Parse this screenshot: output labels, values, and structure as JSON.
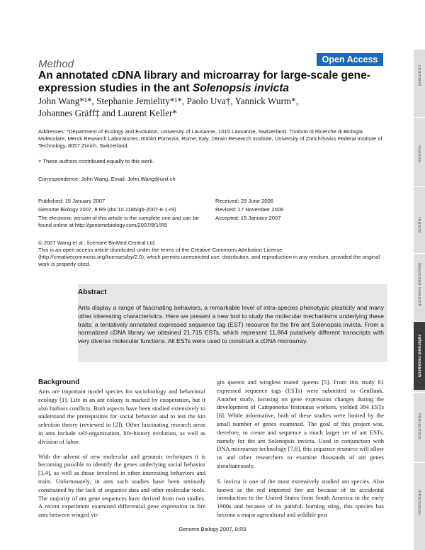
{
  "header": {
    "section": "Method",
    "open_access": "Open Access",
    "title_main": "An annotated cDNA library and microarray for large-scale gene-expression studies in the ant ",
    "title_species": "Solenopsis invicta",
    "authors_line1": "John Wang*¹*, Stephanie Jemielity*¹*, Paolo Uva†, Yannick Wurm*,",
    "authors_line2": "Johannes Gräff‡ and Laurent Keller*"
  },
  "meta": {
    "addresses": "Addresses: *Department of Ecology and Evolution, University of Lausanne, 1015 Lausanne, Switzerland. †Istituto di Ricerche di Biologia Molecolare, Merck Research Laboratories, 00040 Pomezia, Rome, Italy. ‡Brain Research Institute, University of Zürich/Swiss Federal Institute of Technology, 8057 Zürich, Switzerland.",
    "equal_note": "× These authors contributed equally to this work.",
    "correspondence": "Correspondence: John Wang. Email: John.Wang@unil.ch",
    "published": "Published: 15 January 2007",
    "citation": "Genome Biology 2007, 8:R9 (doi:10.1186/gb-2007-8-1-r9)",
    "electronic": "The electronic version of this article is the complete one and can be found online at http://genomebiology.com/2007/8/1/R9",
    "received": "Received: 29 June 2006",
    "revised": "Revised: 17 November 2006",
    "accepted": "Accepted: 15 January 2007",
    "copyright": "© 2007 Wang et al.; licensee BioMed Central Ltd.",
    "license": "This is an open access article distributed under the terms of the Creative Commons Attribution License (http://creativecommons.org/licenses/by/2.0), which permits unrestricted use, distribution, and reproduction in any medium, provided the original work is properly cited."
  },
  "abstract": {
    "title": "Abstract",
    "text": "Ants display a range of fascinating behaviors, a remarkable level of intra-species phenotypic plasticity and many other interesting characteristics. Here we present a new tool to study the molecular mechanisms underlying these traits: a tentatively annotated expressed sequence tag (EST) resource for the fire ant Solenopsis invicta. From a normalized cDNA library we obtained 21,715 ESTs, which represent 11,864 putatively different transcripts with very diverse molecular functions. All ESTs were used to construct a cDNA microarray."
  },
  "body": {
    "background_heading": "Background",
    "col1_p1": "Ants are important model species for sociobiology and behavioral ecology [1]. Life in an ant colony is marked by cooperation, but it also harbors conflicts. Both aspects have been studied extensively to understand the prerequisites for social behavior and to test the kin selection theory (reviewed in [2]). Other fascinating research areas in ants include self-organization, life-history evolution, as well as division of labor.",
    "col1_p2": "With the advent of new molecular and genomic techniques it is becoming possible to identify the genes underlying social behavior [3,4], as well as those involved in other interesting behaviors and traits. Unfortunately, in ants such studies have been seriously constrained by the lack of sequence data and other molecular tools. The majority of ant gene sequences have derived from two studies. A recent experiment examined differential gene expression in fire ants between winged vir-",
    "col2_p1": "gin queens and wingless mated queens [5]. From this study 81 expressed sequence tags (ESTs) were submitted to GenBank. Another study, focusing on gene expression changes during the development of Camponotus festinatus workers, yielded 384 ESTs [6]. While informative, both of these studies were limited by the small number of genes examined. The goal of this project was, therefore, to create and sequence a much larger set of ant ESTs, namely for the ant Solenopsis invicta. Used in conjunction with DNA microarray technology [7,8], this sequence resource will allow us and other researchers to examine thousands of ant genes simultaneously.",
    "col2_p2": "S. invicta is one of the most extensively studied ant species. Also known as the red imported fire ant because of its accidental introduction to the United States from South America in the early 1900s and because of its painful, burning sting, this species has become a major agricultural and wildlife pest"
  },
  "footer": "Genome Biology 2007, 8:R9",
  "sidebar": [
    "comment",
    "reviews",
    "reports",
    "deposited research",
    "refereed research",
    "interactions",
    "information"
  ],
  "sidebar_active": "refereed research"
}
